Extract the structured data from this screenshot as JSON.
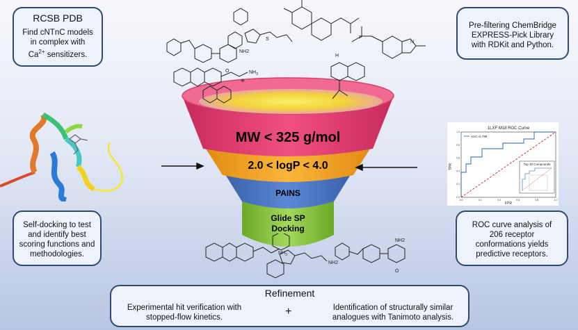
{
  "boxes": {
    "rcsb": {
      "title": "RCSB PDB",
      "line1": "Find cNTnC models",
      "line2": "in complex with",
      "line3_pre": "Ca",
      "line3_sup": "2+",
      "line3_post": " sensitizers."
    },
    "prefilter": {
      "line1": "Pre-filtering ChemBridge",
      "line2": "EXPRESS-Pick Library",
      "line3": "with RDKit and Python."
    },
    "selfdock": {
      "line1": "Self-docking to test",
      "line2": "and identify best",
      "line3": "scoring functions and",
      "line4": "methodologies."
    },
    "roc": {
      "line1": "ROC curve analysis of",
      "line2": "206 receptor",
      "line3": "conformations yields",
      "line4": "predictive receptors."
    },
    "refinement": {
      "title": "Refinement",
      "left_line1": "Experimental hit verification with",
      "left_line2": "stopped-flow kinetics.",
      "plus": "+",
      "right_line1": "Identification of structurally similar",
      "right_line2": "analogues with Tanimoto analysis."
    }
  },
  "funnel": {
    "level1": "MW < 325 g/mol",
    "level2": "2.0 < logP < 4.0",
    "level3": "PAINS",
    "level4_line1": "Glide SP",
    "level4_line2": "Docking",
    "colors": {
      "top": "#e63e74",
      "level2": "#f5a623",
      "level3": "#4a76c4",
      "level4": "#8dc63f"
    }
  },
  "roc_chart": {
    "title": "1LXF M18 ROC Curve",
    "legend": "AUC=0.799",
    "xlabel": "FPR",
    "ylabel": "TPR",
    "inset_title": "Top 40 Compounds",
    "xticks": [
      "0.0",
      "0.2",
      "0.4",
      "0.6",
      "0.8",
      "1.0"
    ],
    "yticks": [
      "0.0",
      "0.2",
      "0.4",
      "0.6",
      "0.8",
      "1.0"
    ]
  },
  "molecules": {
    "amine_label": "NH",
    "amine_sub": "3",
    "charge": "⊕",
    "nh2": "NH2",
    "o": "O",
    "n": "N",
    "s": "S",
    "h": "H",
    "p": "P"
  }
}
